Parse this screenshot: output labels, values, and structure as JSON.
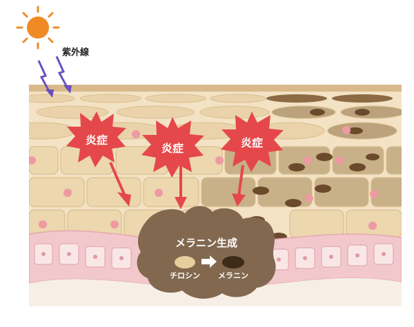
{
  "labels": {
    "uv": "紫外線",
    "inflammation": [
      "炎症",
      "炎症",
      "炎症"
    ],
    "melanin_title": "メラニン生成",
    "tyrosine": "チロシン",
    "melanin": "メラニン"
  },
  "icons": {
    "sun": "sun-icon",
    "uv_ray": "lightning-zigzag-arrow",
    "inflammation": "starburst-icon",
    "conversion": "right-arrow-icon"
  },
  "colors": {
    "sun": "#F08A24",
    "uv_ray": "#6A4FC0",
    "burst": "#E5484A",
    "arrow": "#E5484A",
    "skin_light": "#F3E2C4",
    "skin_mid": "#E6CFA4",
    "cell_outline": "#D8BE8E",
    "melanin_cell": "#8C6A44",
    "pigment": "#6B4A2C",
    "melanocyte": "#82684F",
    "pink_dot": "#EE9AA2",
    "basal": "#F2C8CC",
    "dermis": "#F9E7E7"
  }
}
